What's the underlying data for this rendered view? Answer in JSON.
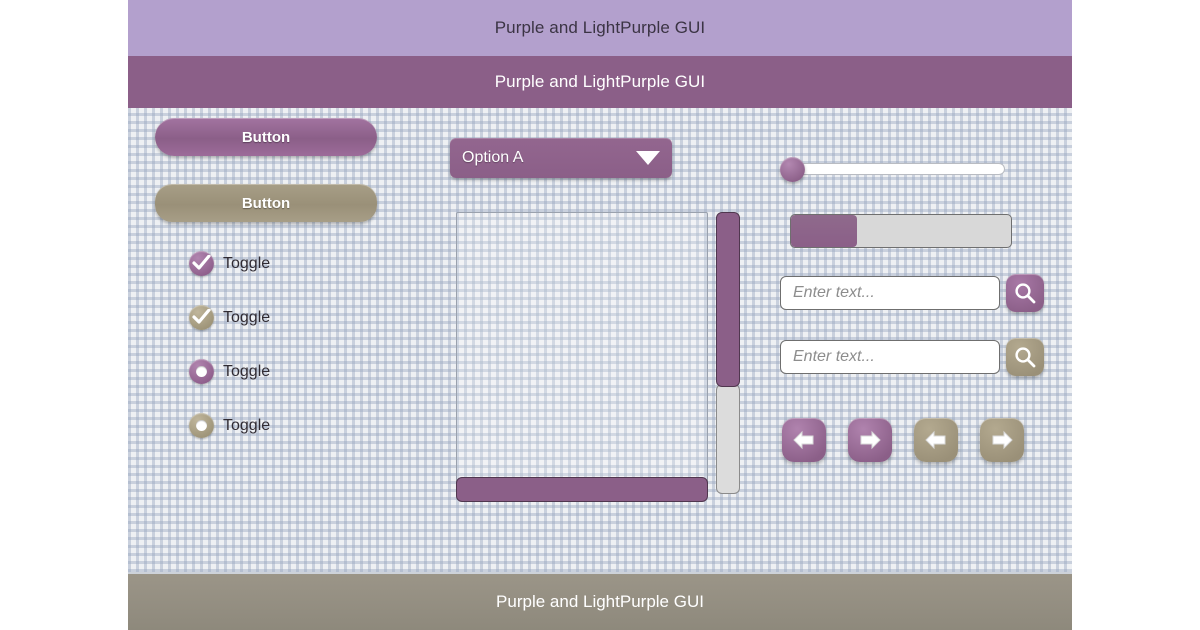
{
  "window": {
    "title_top": "Purple and LightPurple GUI",
    "title_main": "Purple and LightPurple GUI",
    "status_text": "Purple and LightPurple GUI"
  },
  "colors": {
    "light_purple": "#b3a0cd",
    "purple": "#8b5f88",
    "tan": "#9a9078",
    "taupe_bar": "#948e81",
    "background": "#e8eaee",
    "white": "#ffffff"
  },
  "left_column": {
    "buttons": [
      {
        "label": "Button",
        "variant": "purple"
      },
      {
        "label": "Button",
        "variant": "tan"
      }
    ],
    "checkboxes": [
      {
        "label": "Toggle",
        "variant": "purple",
        "checked": true
      },
      {
        "label": "Toggle",
        "variant": "tan",
        "checked": true
      }
    ],
    "radios": [
      {
        "label": "Toggle",
        "variant": "purple",
        "selected": true
      },
      {
        "label": "Toggle",
        "variant": "tan",
        "selected": true
      }
    ]
  },
  "middle_column": {
    "dropdown": {
      "selected": "Option A",
      "icon": "chevron-down-icon"
    },
    "listbox": {
      "items": [],
      "vertical_scrollbar": {
        "thumb_percent": 62
      },
      "horizontal_scrollbar": {
        "thumb_percent": 100
      }
    }
  },
  "right_column": {
    "slider": {
      "value_percent": 0
    },
    "progress": {
      "value_percent": 30
    },
    "search_fields": [
      {
        "placeholder": "Enter text...",
        "value": "",
        "button_icon": "search-icon",
        "button_variant": "purple"
      },
      {
        "placeholder": "Enter text...",
        "value": "",
        "button_icon": "search-icon",
        "button_variant": "tan"
      }
    ],
    "arrow_buttons": [
      {
        "icon": "arrow-left-icon",
        "variant": "purple"
      },
      {
        "icon": "arrow-right-icon",
        "variant": "purple"
      },
      {
        "icon": "arrow-left-icon",
        "variant": "tan"
      },
      {
        "icon": "arrow-right-icon",
        "variant": "tan"
      }
    ]
  }
}
